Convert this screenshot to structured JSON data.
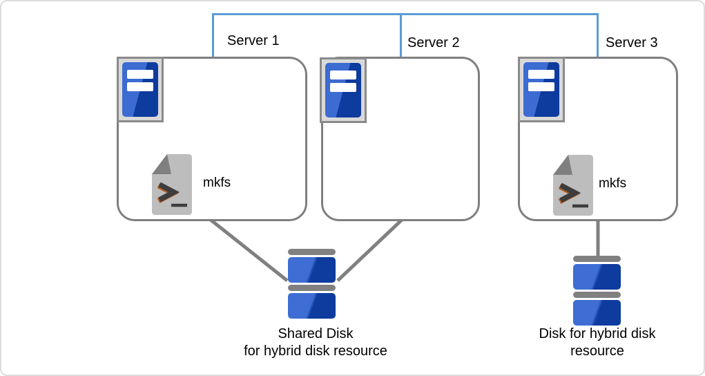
{
  "diagram": {
    "description": "Cluster diagram: three servers on a shared interconnect; mkfs is run on Server 1 against the shared disk and on Server 3 against its own disk for a hybrid disk resource.",
    "servers": [
      {
        "id": "server-1",
        "label": "Server 1",
        "has_script": true,
        "script_label": "mkfs"
      },
      {
        "id": "server-2",
        "label": "Server 2",
        "has_script": false,
        "script_label": ""
      },
      {
        "id": "server-3",
        "label": "Server 3",
        "has_script": true,
        "script_label": "mkfs"
      }
    ],
    "disks": [
      {
        "id": "shared-disk",
        "label_line1": "Shared Disk",
        "label_line2": "for hybrid disk resource"
      },
      {
        "id": "hybrid-disk",
        "label_line1": "Disk for hybrid disk",
        "label_line2": "resource"
      }
    ],
    "icons": {
      "server_icon": "server-tower",
      "script_icon": "shell-script-file",
      "disk_icon": "disk-stack"
    },
    "colors": {
      "interconnect_blue": "#5b9bd5",
      "box_border_gray": "#7f7f7f",
      "connector_gray": "#808080",
      "icon_frame_fill": "#d9d9d9",
      "icon_frame_border": "#8a8a8a",
      "device_blue_light": "#3c6bd2",
      "device_blue_dark": "#0d3b9e",
      "script_body_gray": "#bdbdbd",
      "script_fold_gray": "#7f7f7f",
      "script_glyph_dark": "#3d3d3d",
      "script_glyph_accent": "#b85c1e",
      "text_color": "#000000"
    }
  }
}
